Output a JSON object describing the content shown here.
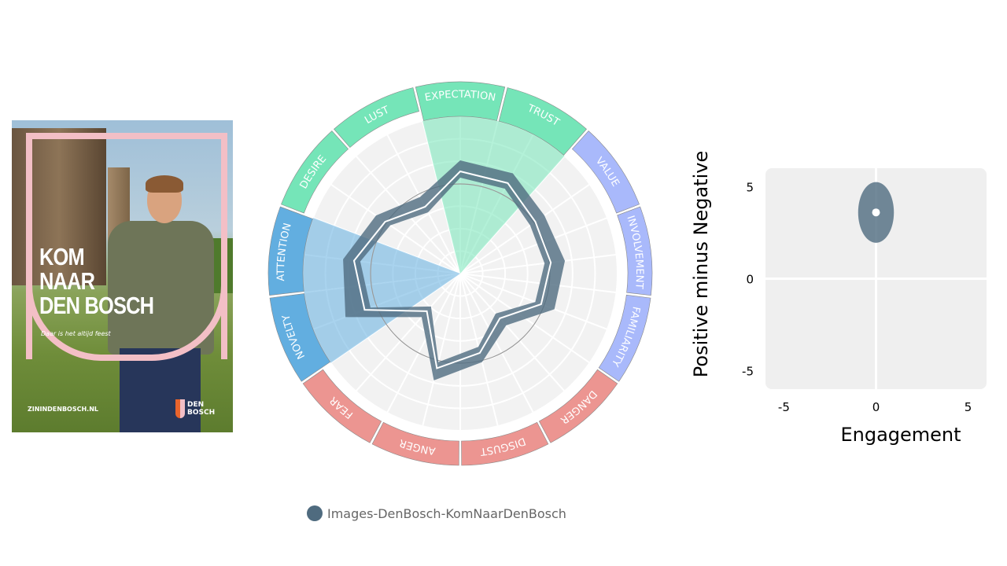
{
  "poster": {
    "headline": [
      "KOM",
      "NAAR",
      "DEN BOSCH"
    ],
    "tagline": "Daar is het altijd feest",
    "url": "ZININDENBOSCH.NL",
    "logo": "DEN BOSCH"
  },
  "legend": {
    "label": "Images-DenBosch-KomNaarDenBosch",
    "color": "#4f6b7f"
  },
  "chart_data": [
    {
      "type": "radar",
      "scale": [
        0,
        100
      ],
      "rings": 7,
      "axes": [
        "EXPECTATION",
        "TRUST",
        "VALUE",
        "INVOLVEMENT",
        "FAMILIARITY",
        "DANGER",
        "DISGUST",
        "ANGER",
        "FEAR",
        "NOVELTY",
        "ATTENTION",
        "DESIRE",
        "LUST"
      ],
      "axis_groups": [
        "green",
        "green",
        "purple",
        "purple",
        "purple",
        "red",
        "red",
        "red",
        "red",
        "blue",
        "blue",
        "green",
        "green"
      ],
      "highlighted": [
        "EXPECTATION",
        "TRUST",
        "NOVELTY",
        "ATTENTION"
      ],
      "group_colors": {
        "green": "#75e5b8",
        "purple": "#a9b9fb",
        "red": "#ec9591",
        "blue": "#62aee0"
      },
      "series": [
        {
          "name": "Images-DenBosch-KomNaarDenBosch",
          "upper": [
            72,
            72,
            65,
            67,
            64,
            44,
            58,
            70,
            37,
            78,
            75,
            65,
            55
          ],
          "lower": [
            65,
            65,
            58,
            58,
            55,
            38,
            52,
            62,
            32,
            65,
            68,
            58,
            48
          ]
        }
      ],
      "reference_ring": 57
    },
    {
      "type": "scatter",
      "xlabel": "Engagement",
      "ylabel": "Positive minus Negative",
      "xlim": [
        -6,
        6
      ],
      "ylim": [
        -6,
        6
      ],
      "xticks": [
        "-5",
        "0",
        "5"
      ],
      "yticks": [
        "5",
        "0",
        "-5"
      ],
      "points": [
        {
          "name": "Images-DenBosch-KomNaarDenBosch",
          "x": 0,
          "y": 3.6,
          "sx": 1.0,
          "sy": 1.7
        }
      ]
    }
  ]
}
